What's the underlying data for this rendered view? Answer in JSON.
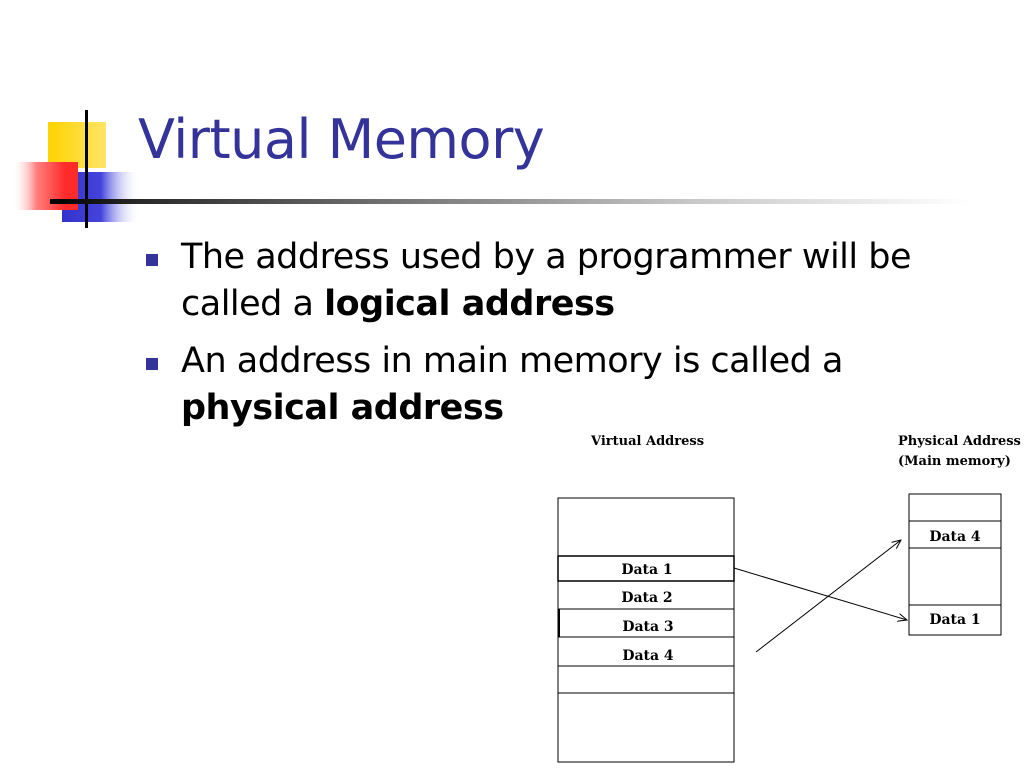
{
  "slide": {
    "title": "Virtual Memory",
    "bullets": [
      {
        "text": "The address used by a programmer will be called a ",
        "bold": "logical address"
      },
      {
        "text": "An address in main memory is called a ",
        "bold": "physical address"
      }
    ]
  },
  "diagram": {
    "virtual_label": "Virtual Address",
    "physical_label_line1": "Physical Address",
    "physical_label_line2": "(Main memory)",
    "virtual_cells": [
      "",
      "Data 1",
      "Data 2",
      "Data 3",
      "Data 4",
      "",
      ""
    ],
    "physical_cells": [
      "",
      "Data 4",
      "",
      "Data 1"
    ],
    "mappings": [
      {
        "from": "Data 1",
        "to": "Data 1"
      },
      {
        "from": "Data 4",
        "to": "Data 4"
      }
    ]
  },
  "colors": {
    "title": "#333399",
    "bullet": "#333399",
    "accent_yellow": "#FFD700",
    "accent_red": "#FF3030",
    "accent_blue": "#3333CC"
  }
}
